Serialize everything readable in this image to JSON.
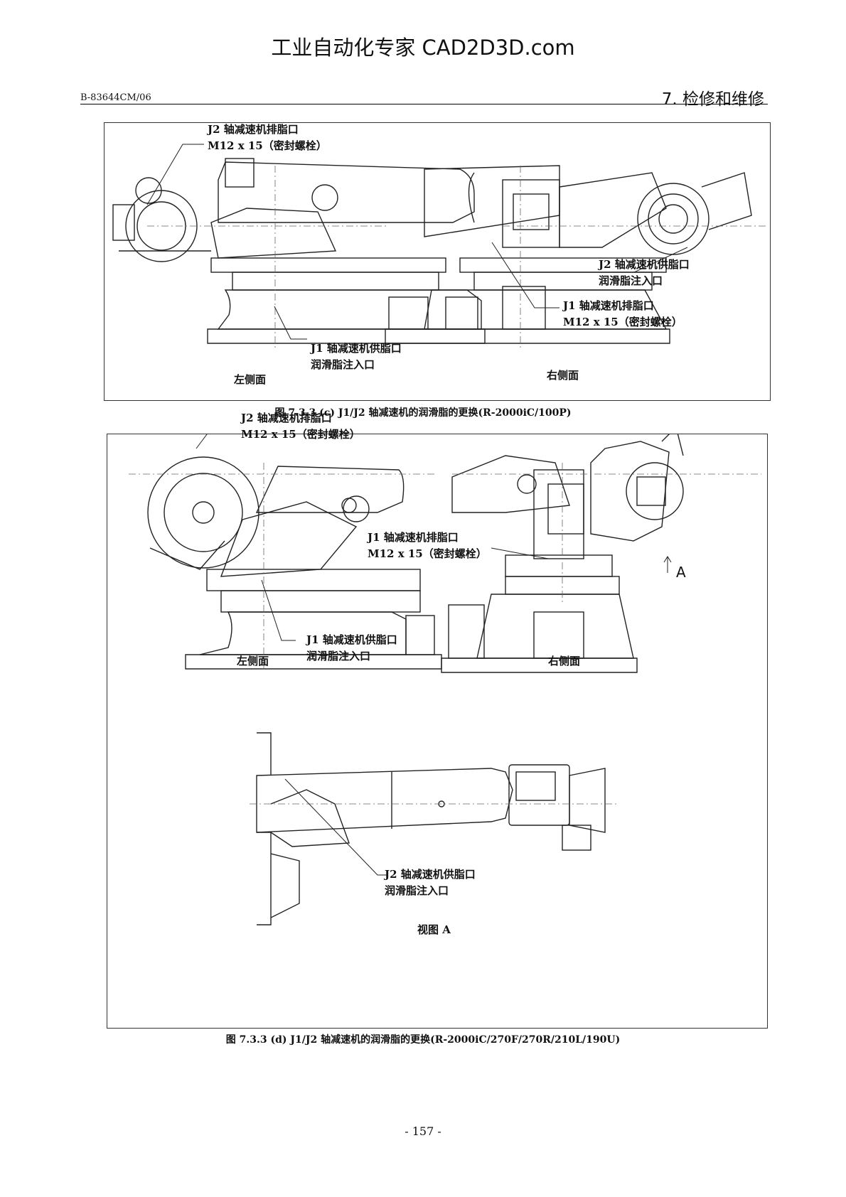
{
  "watermark": "工业自动化专家 CAD2D3D.com",
  "header": {
    "doc_id": "B-83644CM/06",
    "section": "7. 检修和维修"
  },
  "figure_c": {
    "label_j2_drain_1": "J2 轴减速机排脂口",
    "label_j2_drain_2": "M12 x 15（密封螺栓）",
    "label_j2_supply_1": "J2 轴减速机供脂口",
    "label_j2_supply_2": "润滑脂注入口",
    "label_j1_drain_1": "J1 轴减速机排脂口",
    "label_j1_drain_2": "M12 x 15（密封螺栓）",
    "label_j1_supply_1": "J1 轴减速机供脂口",
    "label_j1_supply_2": "润滑脂注入口",
    "left_view": "左侧面",
    "right_view": "右侧面",
    "caption": "图 7.3.3 (c) J1/J2 轴减速机的润滑脂的更换(R-2000iC/100P)"
  },
  "figure_d": {
    "label_j2_drain_1": "J2 轴减速机排脂口",
    "label_j2_drain_2": "M12 x 15（密封螺栓）",
    "label_j1_drain_1": "J1 轴减速机排脂口",
    "label_j1_drain_2": "M12 x 15（密封螺栓）",
    "label_j1_supply_1": "J1 轴减速机供脂口",
    "label_j1_supply_2": "润滑脂注入口",
    "arrow_label": "A",
    "left_view": "左侧面",
    "right_view": "右侧面",
    "label_j2_supply_1": "J2 轴减速机供脂口",
    "label_j2_supply_2": "润滑脂注入口",
    "view_a": "视图 A",
    "caption": "图 7.3.3 (d) J1/J2 轴减速机的润滑脂的更换(R-2000iC/270F/270R/210L/190U)"
  },
  "page_number": "- 157 -"
}
